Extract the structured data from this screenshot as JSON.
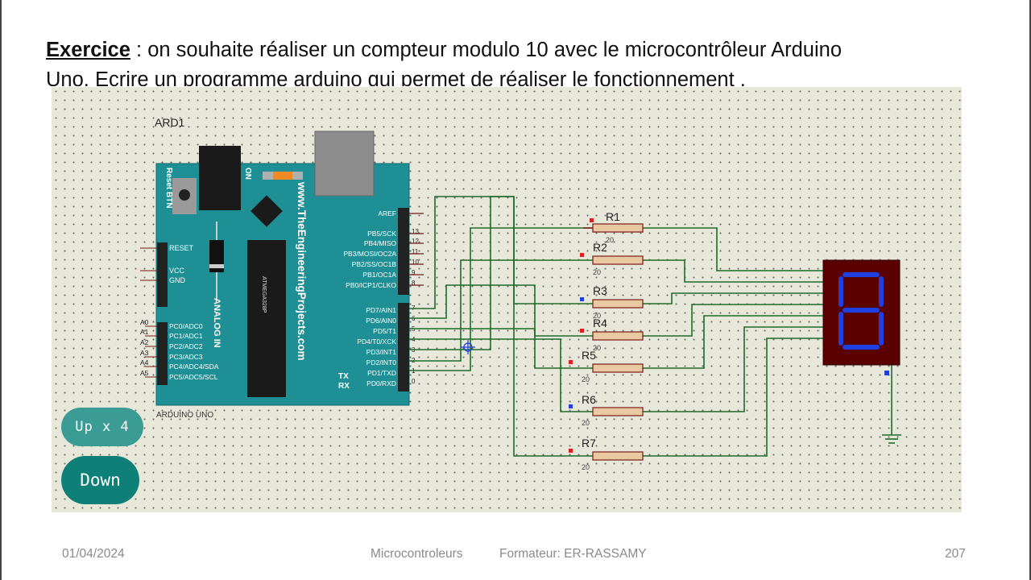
{
  "slide": {
    "title_bold": "Exercice",
    "title_rest": " : on souhaite réaliser un compteur modulo 10 avec le microcontrôleur Arduino",
    "title_line2": "Uno. Ecrire  un programme arduino  qui permet de réaliser le fonctionnement .",
    "footer_date": "01/04/2024",
    "footer_subject": "Microcontroleurs",
    "footer_trainer": "Formateur:  ER-RASSAMY",
    "page_number": "207"
  },
  "buttons": {
    "up_label": "Up x 4",
    "down_label": "Down"
  },
  "circuit": {
    "board_ref": "ARD1",
    "board_name": "ARDUINO UNO",
    "reset_label": "Reset BTN",
    "on_label": "ON",
    "url_text": "www.TheEngineeringProjects.com",
    "analog_label": "ANALOG IN",
    "chip_text": "ATMEGA328P",
    "tx_label": "TX",
    "rx_label": "RX",
    "power_pins": [
      "RESET",
      "VCC",
      "GND"
    ],
    "analog_pins": [
      "PC0/ADC0",
      "PC1/ADC1",
      "PC2/ADC2",
      "PC3/ADC3",
      "PC4/ADC4/SDA",
      "PC5/ADC5/SCL"
    ],
    "analog_nums": [
      "A0",
      "A1",
      "A2",
      "A3",
      "A4",
      "A5"
    ],
    "digital_pins_top": [
      "AREF",
      "PB5/SCK",
      "PB4/MISO",
      "PB3/MOSI/OC2A",
      "PB2/SS/OC1B",
      "PB1/OC1A",
      "PB0/ICP1/CLKO"
    ],
    "digital_nums_top": [
      "",
      "13",
      "12",
      "11",
      "10",
      "9",
      "8"
    ],
    "digital_pins_bottom": [
      "PD7/AIN1",
      "PD6/AIN0",
      "PD5/T1",
      "PD4/T0/XCK",
      "PD3/INT1",
      "PD2/INT0",
      "PD1/TXD",
      "PD0/RXD"
    ],
    "digital_nums_bottom": [
      "7",
      "6",
      "5",
      "4",
      "3",
      "2",
      "1",
      "0"
    ],
    "resistors": [
      {
        "name": "R1",
        "value": "20"
      },
      {
        "name": "R2",
        "value": "20"
      },
      {
        "name": "R3",
        "value": "20"
      },
      {
        "name": "R4",
        "value": "20"
      },
      {
        "name": "R5",
        "value": "20"
      },
      {
        "name": "R6",
        "value": "20"
      },
      {
        "name": "R7",
        "value": "20"
      }
    ],
    "display_digit": "8",
    "colors": {
      "board": "#1e8f95",
      "wire": "#1f6b2a",
      "segment": "#1f3fe0",
      "display_bg": "#5a0000"
    }
  }
}
